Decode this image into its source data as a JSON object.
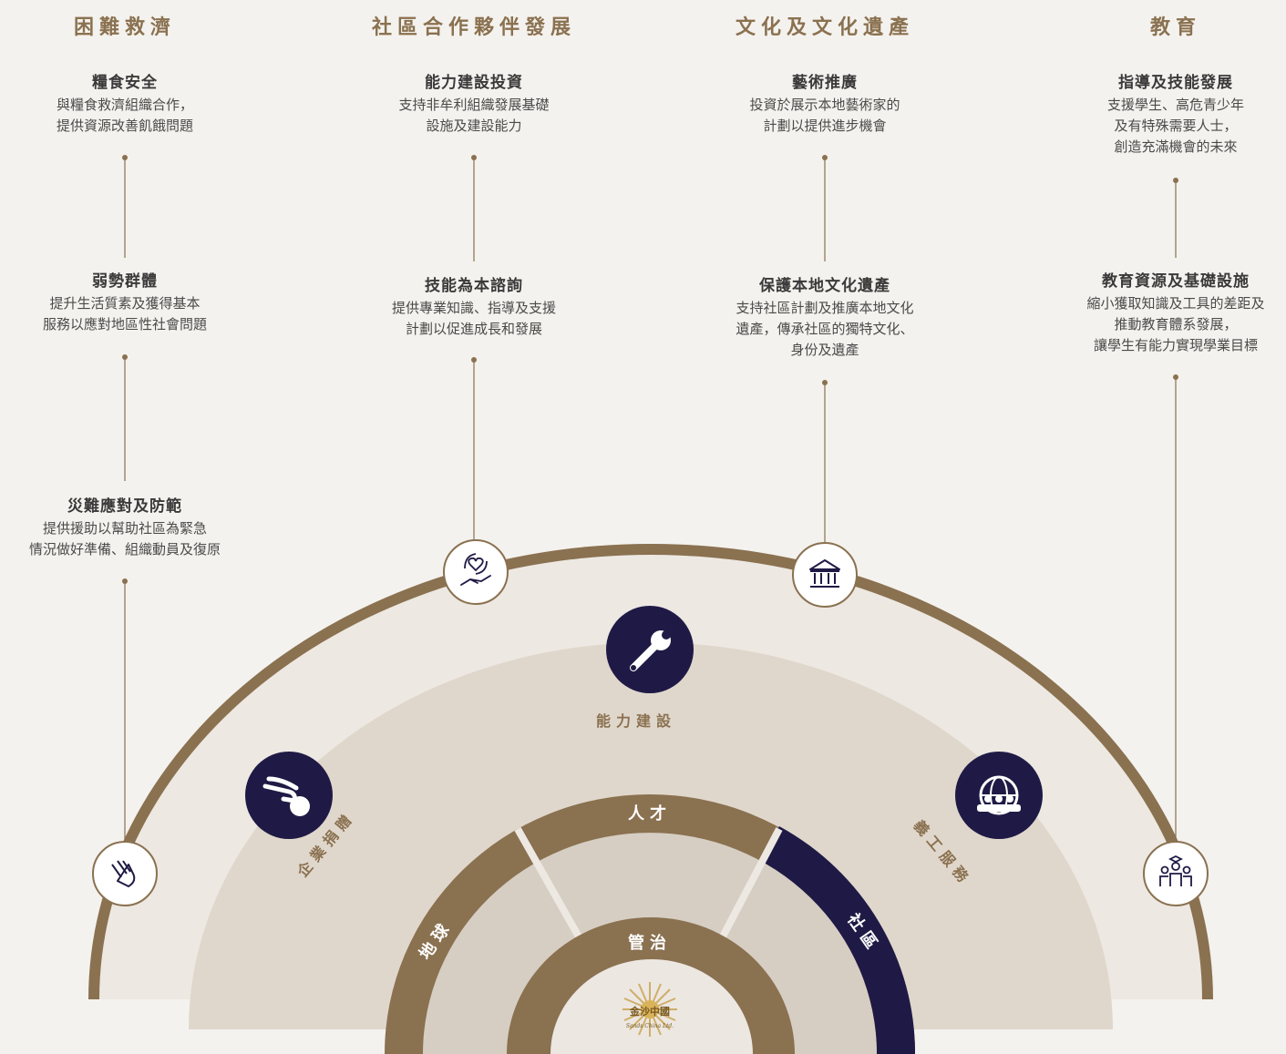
{
  "columns": [
    {
      "heading": "困難救濟",
      "items": [
        {
          "title": "糧食安全",
          "desc": [
            "與糧食救濟組織合作，",
            "提供資源改善飢餓問題"
          ]
        },
        {
          "title": "弱勢群體",
          "desc": [
            "提升生活質素及獲得基本",
            "服務以應對地區性社會問題"
          ]
        },
        {
          "title": "災難應對及防範",
          "desc": [
            "提供援助以幫助社區為緊急",
            "情況做好準備、組織動員及復原"
          ]
        }
      ]
    },
    {
      "heading": "社區合作夥伴發展",
      "items": [
        {
          "title": "能力建設投資",
          "desc": [
            "支持非牟利組織發展基礎",
            "設施及建設能力"
          ]
        },
        {
          "title": "技能為本諮詢",
          "desc": [
            "提供專業知識、指導及支援",
            "計劃以促進成長和發展"
          ]
        }
      ]
    },
    {
      "heading": "文化及文化遺產",
      "items": [
        {
          "title": "藝術推廣",
          "desc": [
            "投資於展示本地藝術家的",
            "計劃以提供進步機會"
          ]
        },
        {
          "title": "保護本地文化遺產",
          "desc": [
            "支持社區計劃及推廣本地文化",
            "遺產，傳承社區的獨特文化、",
            "身份及遺產"
          ]
        }
      ]
    },
    {
      "heading": "教育",
      "items": [
        {
          "title": "指導及技能發展",
          "desc": [
            "支援學生、高危青少年",
            "及有特殊需要人士，",
            "創造充滿機會的未來"
          ]
        },
        {
          "title": "教育資源及基礎設施",
          "desc": [
            "縮小獲取知識及工具的差距及",
            "推動教育體系發展，",
            "讓學生有能力實現學業目標"
          ]
        }
      ]
    }
  ],
  "middle_ring": {
    "labels": {
      "left": "企業捐贈",
      "top": "能力建設",
      "right": "義工服務"
    },
    "icons": {
      "left": "hand-coin-icon",
      "top": "wrench-icon",
      "right": "globe-people-icon"
    }
  },
  "inner_ring": {
    "segments": [
      "地球",
      "人才",
      "社區"
    ],
    "highlighted": "社區"
  },
  "core": {
    "label": "管治",
    "logo_text": "金沙中國",
    "logo_subtext": "Sands China Ltd."
  },
  "outer_icons": [
    "hands-icon",
    "heart-care-icon",
    "museum-icon",
    "graduates-icon"
  ],
  "colors": {
    "brown": "#8a7150",
    "navy": "#1f1a45",
    "background": "#f4f2ee",
    "band_light": "#ece7e1",
    "band_mid": "#e0d7cc",
    "band_inner": "#d6cec3",
    "heading": "#8a7150"
  }
}
